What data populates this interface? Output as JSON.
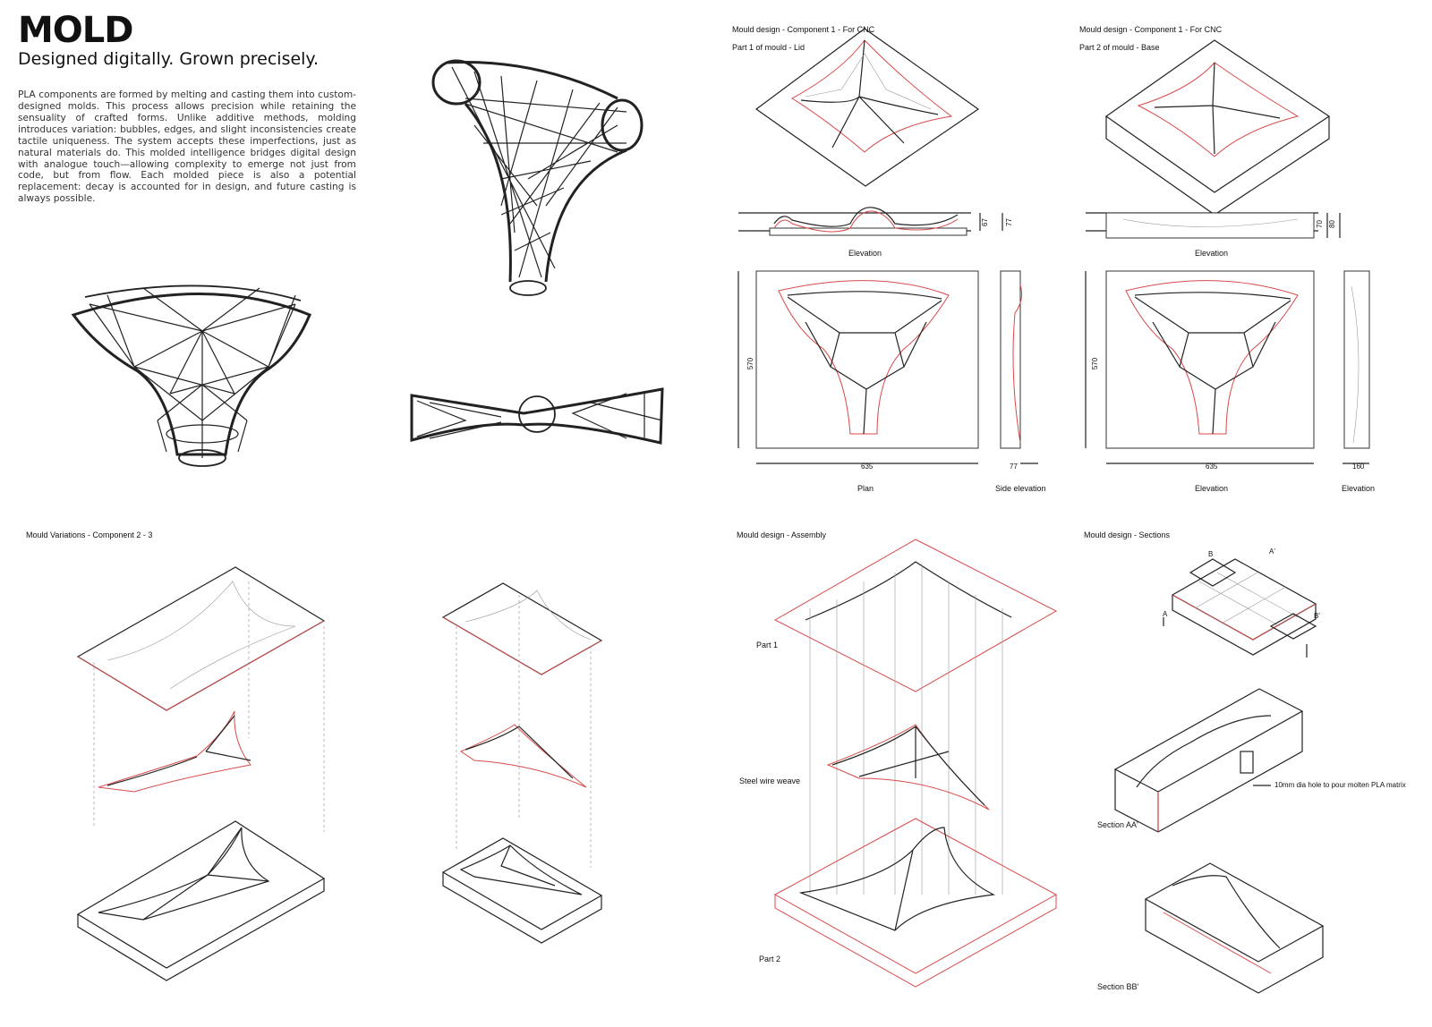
{
  "header": {
    "title": "MOLD",
    "subtitle": "Designed digitally. Grown precisely.",
    "description": "PLA components are formed by melting and casting them into custom-designed molds. This process allows precision while retaining the sensuality of crafted forms. Unlike additive methods, molding introduces variation: bubbles, edges, and slight inconsistencies create tactile uniqueness. The system accepts these imperfections, just as natural materials do. This molded intelligence bridges digital design with analogue touch—allowing complexity to emerge not just from code, but from flow. Each molded piece is also a potential replacement: decay is accounted for in design, and future casting is always possible."
  },
  "panels": {
    "lid": {
      "title": "Mould design - Component 1 - For CNC",
      "subtitle": "Part 1 of mould - Lid"
    },
    "base": {
      "title": "Mould design - Component 1 - For CNC",
      "subtitle": "Part 2 of mould - Base"
    },
    "variations": {
      "title": "Mould Variations - Component 2 - 3"
    },
    "assembly": {
      "title": "Mould design - Assembly",
      "part1": "Part 1",
      "weave": "Steel wire weave",
      "part2": "Part 2"
    },
    "sections": {
      "title": "Mould design - Sections",
      "note": "10mm dia hole to pour molten PLA matrix",
      "section_aa": "Section AA'",
      "section_bb": "Section BB'",
      "a": "A",
      "a2": "A'",
      "b": "B",
      "b2": "B'"
    }
  },
  "drawings": {
    "lid": {
      "elevation": "Elevation",
      "plan": "Plan",
      "side": "Side elevation",
      "d67": "67",
      "d77": "77",
      "d570": "570",
      "d635": "635",
      "d77b": "77"
    },
    "base": {
      "elevation": "Elevation",
      "elevation2": "Elevation",
      "elevation3": "Elevation",
      "d70": "70",
      "d80": "80",
      "d570": "570",
      "d635": "635",
      "d160": "160"
    }
  },
  "colors": {
    "ink": "#222222",
    "accent": "#d84a4a",
    "guide": "#999999"
  }
}
